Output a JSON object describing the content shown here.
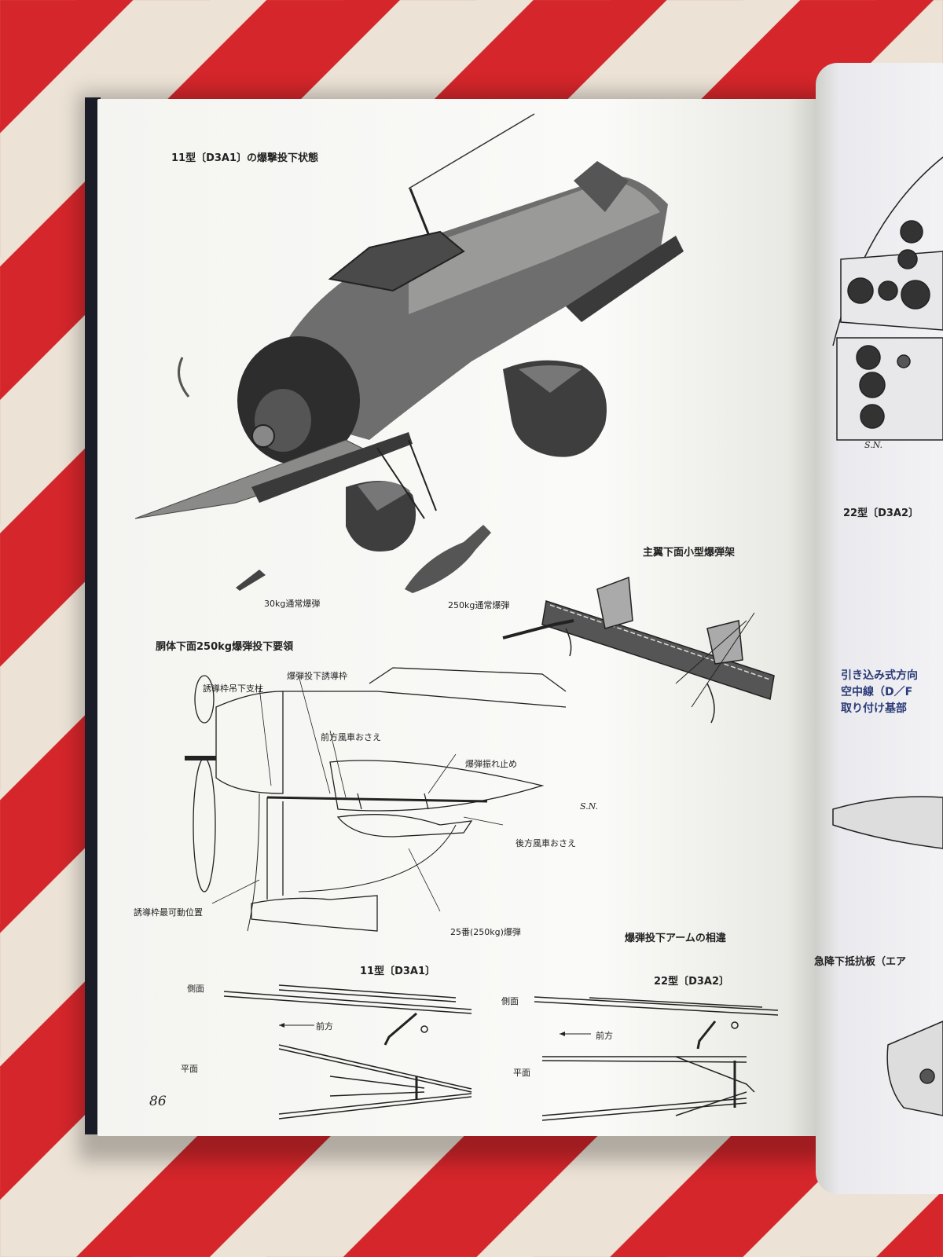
{
  "left_page": {
    "title": "11型〔D3A1〕の爆撃投下状態",
    "bomb_30kg_label": "30kg通常爆弾",
    "bomb_250kg_label": "250kg通常爆弾",
    "wing_rack_title": "主翼下面小型爆弾架",
    "fuselage_drop_title": "胴体下面250kg爆弾投下要領",
    "labels": {
      "guide_frame": "爆弾投下誘導枠",
      "guide_strut": "誘導枠吊下支柱",
      "front_windmill": "前方風車おさえ",
      "bomb_sway_stop": "爆弾振れ止め",
      "rear_windmill": "後方風車おさえ",
      "max_position": "誘導枠最可動位置",
      "bomb_25": "25番(250kg)爆弾",
      "signature": "S.N."
    },
    "arm_difference_title": "爆弾投下アームの相違",
    "d3a1_title": "11型〔D3A1〕",
    "d3a2_title": "22型〔D3A2〕",
    "side_view": "側面",
    "plan_view": "平面",
    "forward": "前方",
    "page_number": "86"
  },
  "right_page": {
    "caption_22": "22型〔D3A2〕",
    "antenna_note": "引き込み式方向\n空中線（D／F\n取り付け基部",
    "dive_brake_note": "急降下抵抗板（エア",
    "signature": "S.N."
  }
}
